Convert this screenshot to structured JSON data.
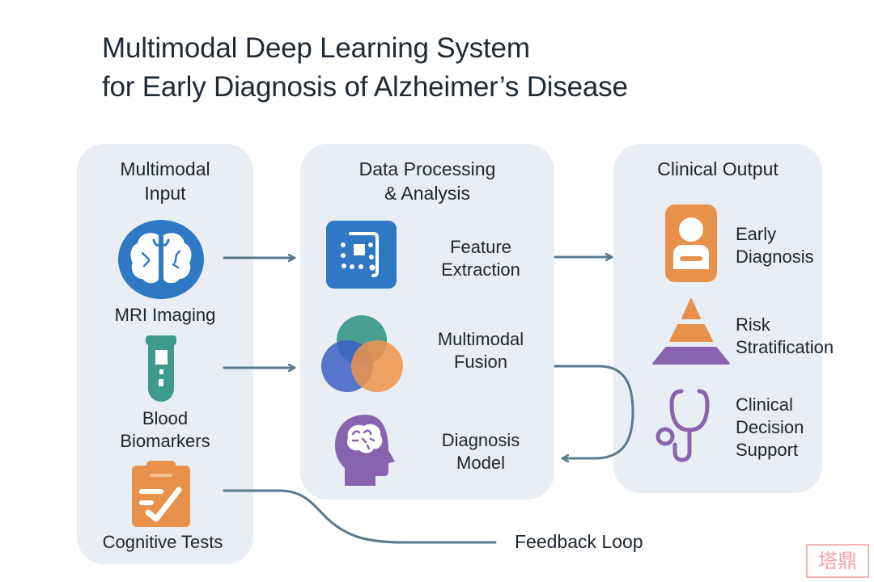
{
  "title_line1": "Multimodal Deep Learning System",
  "title_line2": "for Early Diagnosis of Alzheimer’s Disease",
  "input": {
    "title_line1": "Multimodal",
    "title_line2": "Input",
    "items": [
      {
        "label": "MRI Imaging",
        "icon": "brain-scan-icon"
      },
      {
        "label_line1": "Blood",
        "label_line2": "Biomarkers",
        "icon": "test-tube-icon"
      },
      {
        "label": "Cognitive Tests",
        "icon": "clipboard-check-icon"
      }
    ]
  },
  "processing": {
    "title_line1": "Data Processing",
    "title_line2": "& Analysis",
    "items": [
      {
        "label_line1": "Feature",
        "label_line2": "Extraction",
        "icon": "feature-chip-icon"
      },
      {
        "label_line1": "Multimodal",
        "label_line2": "Fusion",
        "icon": "venn-circles-icon"
      },
      {
        "label_line1": "Diagnosis",
        "label_line2": "Model",
        "icon": "head-brain-icon"
      }
    ]
  },
  "output": {
    "title": "Clinical Output",
    "items": [
      {
        "label_line1": "Early",
        "label_line2": "Diagnosis",
        "icon": "patient-badge-icon"
      },
      {
        "label_line1": "Risk",
        "label_line2": "Stratification",
        "icon": "pyramid-icon"
      },
      {
        "label_line1": "Clinical",
        "label_line2": "Decision",
        "label_line3": "Support",
        "icon": "stethoscope-icon"
      }
    ]
  },
  "feedback_label": "Feedback Loop",
  "watermark": "塔鼎",
  "colors": {
    "blue": "#2f78c4",
    "teal": "#3e9a8a",
    "orange": "#e8914a",
    "purple": "#8764ad",
    "arrow": "#5a7a8c",
    "panel": "#e8eef4"
  }
}
